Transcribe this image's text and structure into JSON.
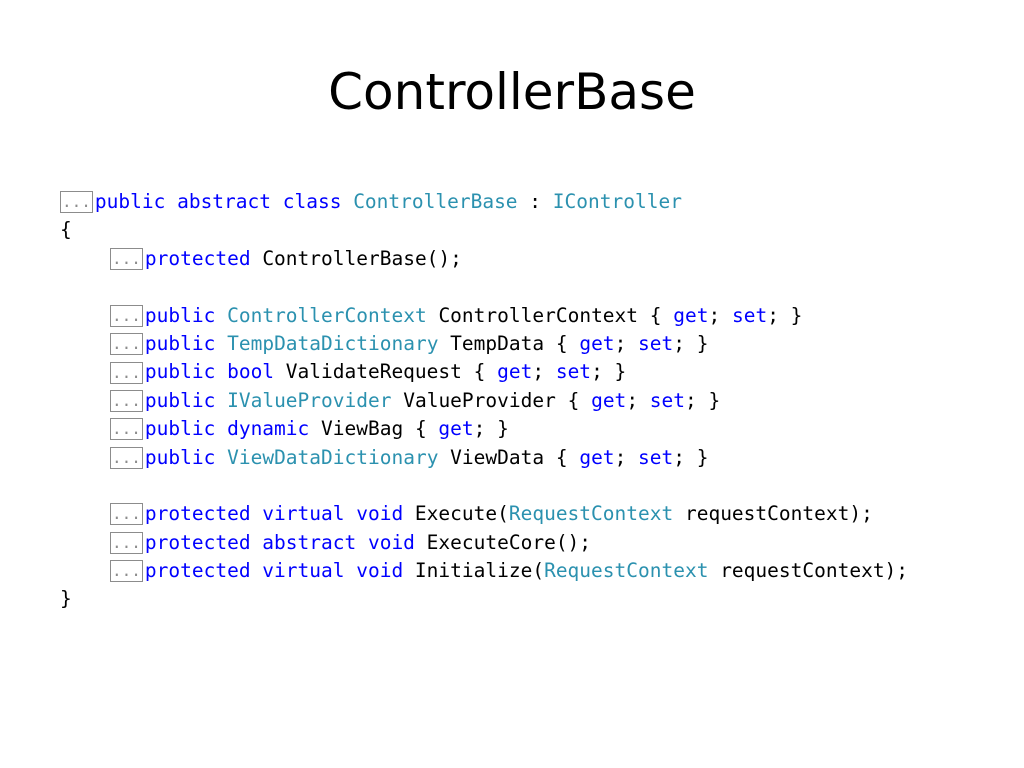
{
  "title": "ControllerBase",
  "colors": {
    "keyword": "#0000ff",
    "type": "#2b91af",
    "plain": "#000000",
    "collapse_box": "#8c8c8c"
  },
  "code": {
    "lines": [
      {
        "indent": 0,
        "collapsed": true,
        "collapse_label": "...",
        "segments": [
          {
            "t": "kw",
            "v": "public abstract class "
          },
          {
            "t": "type",
            "v": "ControllerBase"
          },
          {
            "t": "plain",
            "v": " : "
          },
          {
            "t": "type",
            "v": "IController"
          }
        ]
      },
      {
        "indent": 0,
        "collapsed": false,
        "segments": [
          {
            "t": "plain",
            "v": "{"
          }
        ]
      },
      {
        "indent": 1,
        "collapsed": true,
        "collapse_label": "...",
        "segments": [
          {
            "t": "kw",
            "v": "protected"
          },
          {
            "t": "plain",
            "v": " ControllerBase();"
          }
        ]
      },
      {
        "indent": 0,
        "collapsed": false,
        "segments": []
      },
      {
        "indent": 1,
        "collapsed": true,
        "collapse_label": "...",
        "segments": [
          {
            "t": "kw",
            "v": "public"
          },
          {
            "t": "plain",
            "v": " "
          },
          {
            "t": "type",
            "v": "ControllerContext"
          },
          {
            "t": "plain",
            "v": " ControllerContext { "
          },
          {
            "t": "kw",
            "v": "get"
          },
          {
            "t": "plain",
            "v": "; "
          },
          {
            "t": "kw",
            "v": "set"
          },
          {
            "t": "plain",
            "v": "; }"
          }
        ]
      },
      {
        "indent": 1,
        "collapsed": true,
        "collapse_label": "...",
        "segments": [
          {
            "t": "kw",
            "v": "public"
          },
          {
            "t": "plain",
            "v": " "
          },
          {
            "t": "type",
            "v": "TempDataDictionary"
          },
          {
            "t": "plain",
            "v": " TempData { "
          },
          {
            "t": "kw",
            "v": "get"
          },
          {
            "t": "plain",
            "v": "; "
          },
          {
            "t": "kw",
            "v": "set"
          },
          {
            "t": "plain",
            "v": "; }"
          }
        ]
      },
      {
        "indent": 1,
        "collapsed": true,
        "collapse_label": "...",
        "segments": [
          {
            "t": "kw",
            "v": "public bool"
          },
          {
            "t": "plain",
            "v": " ValidateRequest { "
          },
          {
            "t": "kw",
            "v": "get"
          },
          {
            "t": "plain",
            "v": "; "
          },
          {
            "t": "kw",
            "v": "set"
          },
          {
            "t": "plain",
            "v": "; }"
          }
        ]
      },
      {
        "indent": 1,
        "collapsed": true,
        "collapse_label": "...",
        "segments": [
          {
            "t": "kw",
            "v": "public"
          },
          {
            "t": "plain",
            "v": " "
          },
          {
            "t": "type",
            "v": "IValueProvider"
          },
          {
            "t": "plain",
            "v": " ValueProvider { "
          },
          {
            "t": "kw",
            "v": "get"
          },
          {
            "t": "plain",
            "v": "; "
          },
          {
            "t": "kw",
            "v": "set"
          },
          {
            "t": "plain",
            "v": "; }"
          }
        ]
      },
      {
        "indent": 1,
        "collapsed": true,
        "collapse_label": "...",
        "segments": [
          {
            "t": "kw",
            "v": "public dynamic"
          },
          {
            "t": "plain",
            "v": " ViewBag { "
          },
          {
            "t": "kw",
            "v": "get"
          },
          {
            "t": "plain",
            "v": "; }"
          }
        ]
      },
      {
        "indent": 1,
        "collapsed": true,
        "collapse_label": "...",
        "segments": [
          {
            "t": "kw",
            "v": "public"
          },
          {
            "t": "plain",
            "v": " "
          },
          {
            "t": "type",
            "v": "ViewDataDictionary"
          },
          {
            "t": "plain",
            "v": " ViewData { "
          },
          {
            "t": "kw",
            "v": "get"
          },
          {
            "t": "plain",
            "v": "; "
          },
          {
            "t": "kw",
            "v": "set"
          },
          {
            "t": "plain",
            "v": "; }"
          }
        ]
      },
      {
        "indent": 0,
        "collapsed": false,
        "segments": []
      },
      {
        "indent": 1,
        "collapsed": true,
        "collapse_label": "...",
        "segments": [
          {
            "t": "kw",
            "v": "protected virtual void"
          },
          {
            "t": "plain",
            "v": " Execute("
          },
          {
            "t": "type",
            "v": "RequestContext"
          },
          {
            "t": "plain",
            "v": " requestContext);"
          }
        ]
      },
      {
        "indent": 1,
        "collapsed": true,
        "collapse_label": "...",
        "segments": [
          {
            "t": "kw",
            "v": "protected abstract void"
          },
          {
            "t": "plain",
            "v": " ExecuteCore();"
          }
        ]
      },
      {
        "indent": 1,
        "collapsed": true,
        "collapse_label": "...",
        "segments": [
          {
            "t": "kw",
            "v": "protected virtual void"
          },
          {
            "t": "plain",
            "v": " Initialize("
          },
          {
            "t": "type",
            "v": "RequestContext"
          },
          {
            "t": "plain",
            "v": " requestContext);"
          }
        ]
      },
      {
        "indent": 0,
        "collapsed": false,
        "segments": [
          {
            "t": "plain",
            "v": "}"
          }
        ]
      }
    ]
  }
}
